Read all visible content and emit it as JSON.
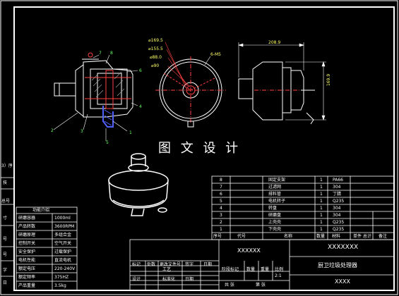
{
  "watermark": "图 文 设 计",
  "dims": {
    "d1": "⌀169.5",
    "d2": "⌀155.5",
    "d3": "⌀88.0",
    "d4": "⌀90",
    "holes": "6-M5",
    "width": "208.9",
    "height": "169.9"
  },
  "section_labels": [
    "1",
    "2",
    "3",
    "4",
    "5",
    "6",
    "7",
    "8"
  ],
  "left_margin": [
    "3）序",
    "技",
    "总号",
    "寸",
    "号",
    "号",
    "字",
    "日"
  ],
  "spec_table": {
    "title": "功能介绍",
    "rows": [
      [
        "研磨容器",
        "1000ml"
      ],
      [
        "产品转数",
        "3600RPM"
      ],
      [
        "研磨原理",
        "多组合金"
      ],
      [
        "控制开关",
        "空气开关"
      ],
      [
        "安全保护",
        "过载保护"
      ],
      [
        "电机性能",
        "直流电机"
      ],
      [
        "额定电压",
        "220-240V"
      ],
      [
        "额定频率",
        "375HZ"
      ],
      [
        "产品重量",
        "3.5kg"
      ]
    ]
  },
  "parts_list": {
    "rows": [
      [
        "8",
        "固定支架",
        "1",
        "PA66"
      ],
      [
        "7",
        "过滤网",
        "1",
        "304"
      ],
      [
        "6",
        "排料管",
        "1",
        "丁腈"
      ],
      [
        "5",
        "电机转子",
        "1",
        "Q235"
      ],
      [
        "4",
        "转盘",
        "1",
        "304"
      ],
      [
        "3",
        "研磨盘",
        "1",
        "304"
      ],
      [
        "2",
        "上壳壳",
        "1",
        "Q235"
      ],
      [
        "1",
        "下壳壳",
        "1",
        "Q235"
      ]
    ],
    "header": [
      "序号",
      "代号",
      "名称",
      "数量",
      "材料",
      "单件",
      "总计",
      "备注"
    ]
  },
  "title_block": {
    "code_left": "XXXXXX",
    "code_right": "XXXXXXX",
    "product": "厨卫垃圾处理器",
    "bottom_code": "XXXX",
    "row1": [
      "标记",
      "处数",
      "更改文件号",
      "签字",
      "日期"
    ],
    "row2": [
      "设计",
      "",
      "标准化"
    ],
    "row3": [
      "工艺",
      "",
      "日期"
    ],
    "stage_row": [
      "阶段标记",
      "数量",
      "重量",
      "比例"
    ],
    "scale": "2:1",
    "page_row": [
      "共 张",
      "第 张"
    ]
  }
}
